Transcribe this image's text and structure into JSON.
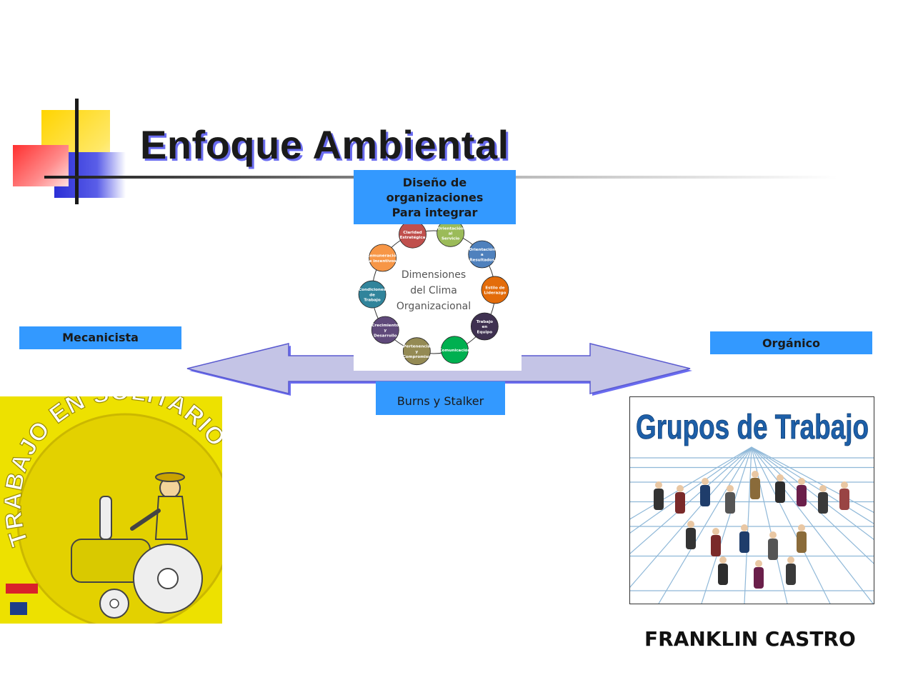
{
  "title": "Enfoque Ambiental",
  "diseno": {
    "line1": "Diseño de",
    "line2": "organizaciones",
    "line3": "Para integrar"
  },
  "mecanicista": "Mecanicista",
  "organico": "Orgánico",
  "burns": "Burns y Stalker",
  "author": "FRANKLIN CASTRO",
  "clima": {
    "center": [
      "Dimensiones",
      "del Clima",
      "Organizacional"
    ],
    "nodes": [
      {
        "label": [
          "Claridad",
          "Estratégica"
        ],
        "color": "#c0504d"
      },
      {
        "label": [
          "Orientación",
          "al",
          "Servicio"
        ],
        "color": "#9bbb59"
      },
      {
        "label": [
          "Orientación",
          "a",
          "Resultados"
        ],
        "color": "#4f81bd"
      },
      {
        "label": [
          "Estilo de",
          "Liderazgo"
        ],
        "color": "#e36c0a"
      },
      {
        "label": [
          "Trabajo",
          "en",
          "Equipo"
        ],
        "color": "#3f3151"
      },
      {
        "label": [
          "Comunicación"
        ],
        "color": "#00b050"
      },
      {
        "label": [
          "Pertenencia",
          "y",
          "Compromiso"
        ],
        "color": "#948a54"
      },
      {
        "label": [
          "Crecimiento",
          "y",
          "Desarrollo"
        ],
        "color": "#5f497a"
      },
      {
        "label": [
          "Condiciones",
          "de",
          "Trabajo"
        ],
        "color": "#31849b"
      },
      {
        "label": [
          "Remuneración",
          "e incentivos"
        ],
        "color": "#f79646"
      }
    ]
  },
  "img_left": {
    "caption": "TRABAJO EN SOLITARIO"
  },
  "img_right": {
    "caption": "Grupos de Trabajo"
  }
}
